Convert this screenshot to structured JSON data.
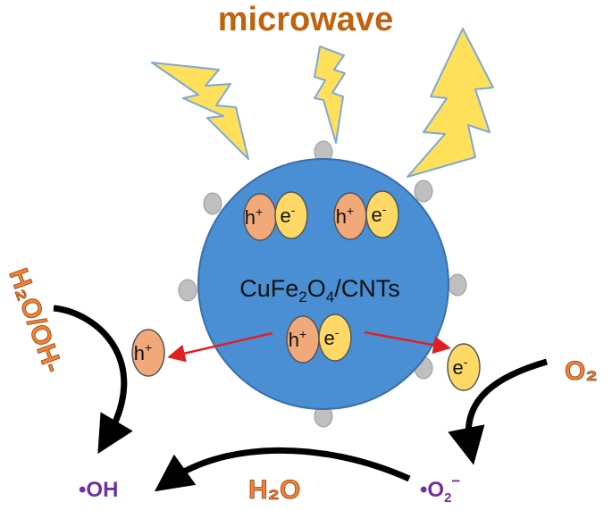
{
  "title": "microwave",
  "particle": {
    "label_main": "CuFe",
    "label_sub1": "2",
    "label_mid": "O",
    "label_sub2": "4",
    "label_end": "/CNTs"
  },
  "pairs": {
    "hole": "h",
    "hole_sup": "+",
    "electron": "e",
    "electron_sup": "-"
  },
  "species": {
    "h2o_oh_left": "H₂O/OH-",
    "o2_right": "O₂",
    "h2o_bottom": "H₂O",
    "oh_radical": "•OH",
    "superoxide_base": "•O",
    "superoxide_sub": "2",
    "superoxide_sup": "−"
  },
  "colors": {
    "title": "#C0620E",
    "sphere_fill": "#4A8FD4",
    "sphere_stroke": "#3A6FA8",
    "hole_fill": "#F1A97A",
    "electron_fill": "#FFD966",
    "bolt_fill": "#FFE05A",
    "bolt_stroke": "#7EA8D8",
    "species_orange": "#F2803A",
    "radical_purple": "#7030A0",
    "arrow_red": "#E02020",
    "dot_gray": "#BFBFBF"
  }
}
